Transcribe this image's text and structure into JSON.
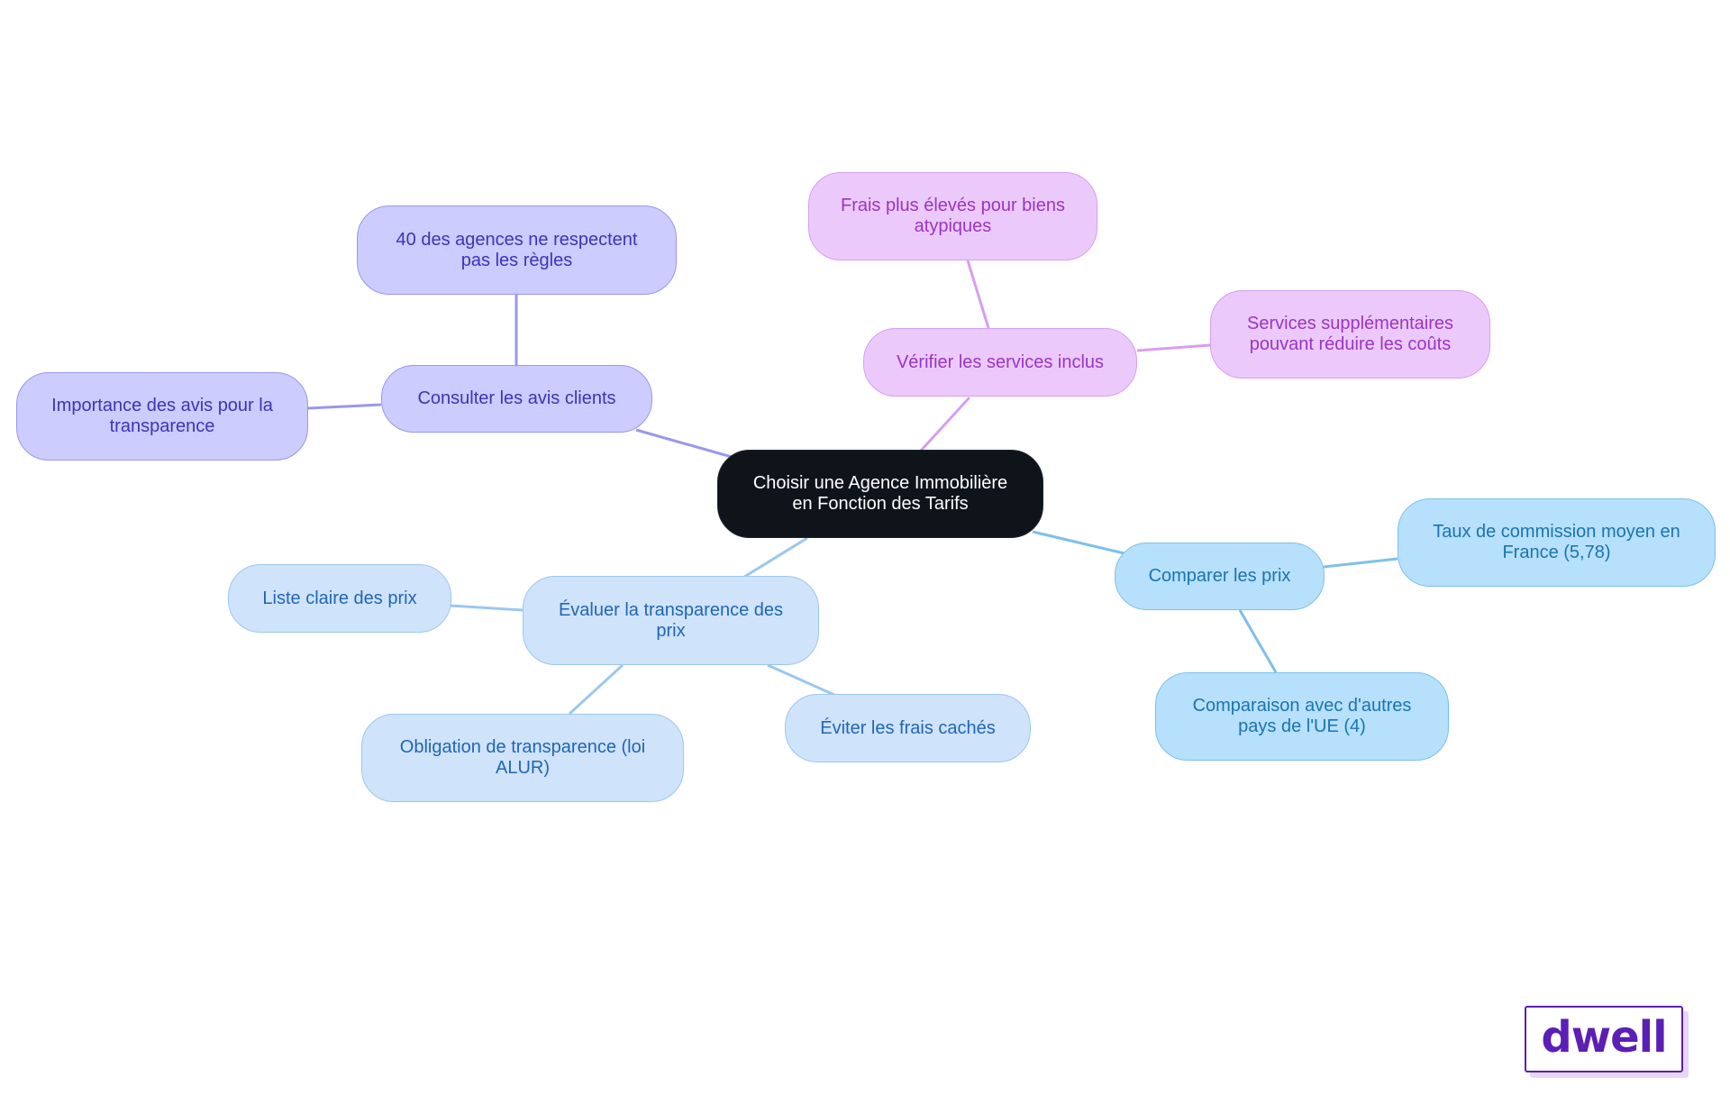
{
  "central": {
    "label": "Choisir une Agence Immobilière\nen Fonction des Tarifs"
  },
  "branches": {
    "reviews": {
      "label": "Consulter les avis clients",
      "children": [
        "40 des agences ne respectent\npas les règles",
        "Importance des avis pour la\ntransparence"
      ]
    },
    "services": {
      "label": "Vérifier les services inclus",
      "children": [
        "Frais plus élevés pour biens\natypiques",
        "Services supplémentaires\npouvant réduire les coûts"
      ]
    },
    "transparency": {
      "label": "Évaluer la transparence des\nprix",
      "children": [
        "Liste claire des prix",
        "Obligation de transparence (loi\nALUR)",
        "Éviter les frais cachés"
      ]
    },
    "compare": {
      "label": "Comparer les prix",
      "children": [
        "Taux de commission moyen en\nFrance (5,78)",
        "Comparaison avec d'autres\npays de l'UE (4)"
      ]
    }
  },
  "colors": {
    "central": "#0f141b",
    "indigo": "#ccccff",
    "violet": "#ecc9fb",
    "lightblue": "#cfe3fb",
    "skyblue": "#b6e0fb",
    "brand": "#5b1fb5"
  },
  "logo": {
    "text": "dwell"
  }
}
